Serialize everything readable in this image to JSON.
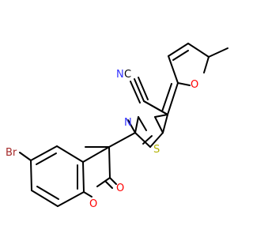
{
  "molecule": {
    "atom_labels": {
      "nitrile_N": "N",
      "nitrile_C": "C",
      "furan_O": "O",
      "thiazole_N": "N",
      "thiazole_S": "S",
      "bromine": "Br",
      "ring_O": "O",
      "carbonyl_O": "O"
    },
    "colors": {
      "bond": "#000000",
      "nitrogen": "#3333ff",
      "oxygen": "#ff0000",
      "sulfur": "#b2b200",
      "bromine": "#a52a2a",
      "carbon": "#000000"
    }
  }
}
